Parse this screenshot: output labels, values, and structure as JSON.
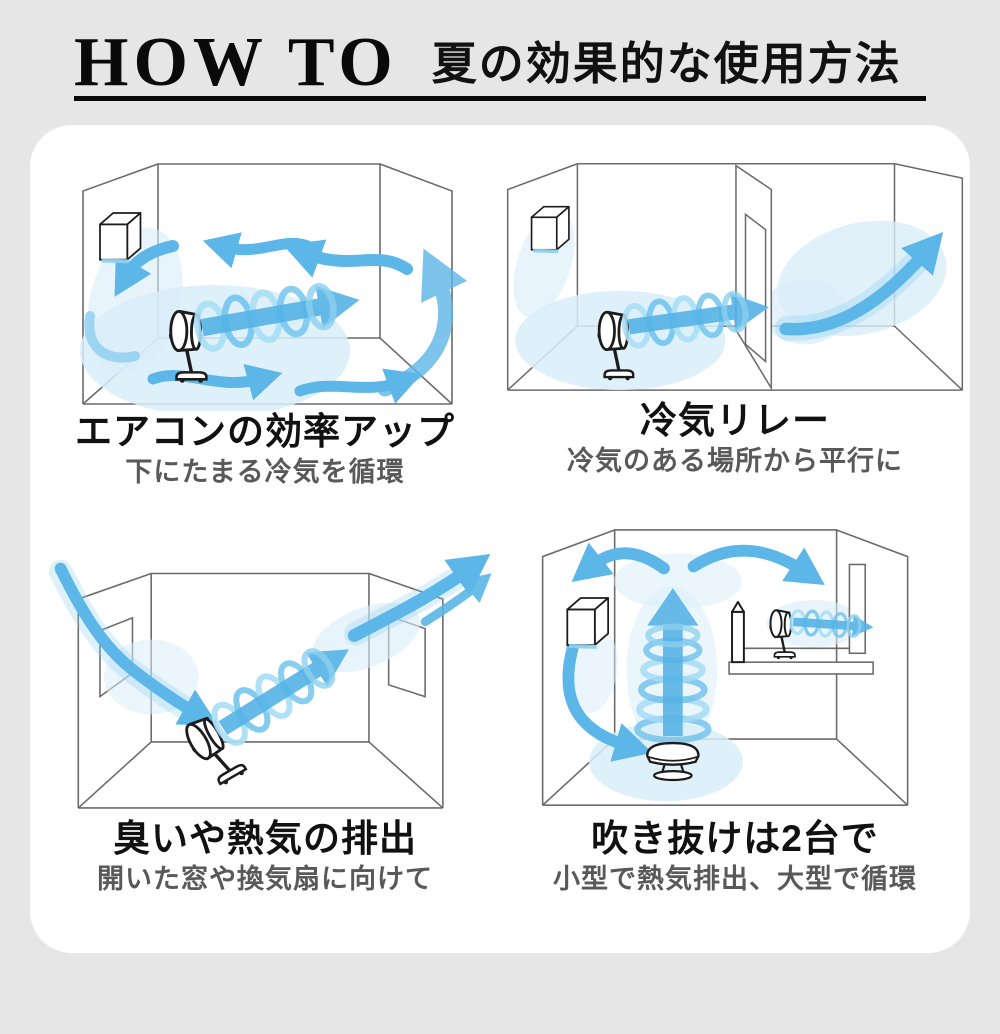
{
  "page": {
    "background_color": "#e6e6e7",
    "panel_color": "#ffffff"
  },
  "header": {
    "brand": "HOW TO",
    "title": "夏の効果的な使用方法",
    "underline_color": "#0a0a0a"
  },
  "figures": [
    {
      "title": "エアコンの効率アップ",
      "subtitle": "下にたまる冷気を循環"
    },
    {
      "title": "冷気リレー",
      "subtitle": "冷気のある場所から平行に"
    },
    {
      "title": "臭いや熱気の排出",
      "subtitle": "開いた窓や換気扇に向けて"
    },
    {
      "title": "吹き抜けは2台で",
      "subtitle": "小型で熱気排出、大型で循環"
    }
  ],
  "colors": {
    "arrow_blue": "#5cb6e7",
    "coil_blue_light": "#a9def5",
    "soft_blue": "#d8edf9",
    "line_gray": "#6b6b6b",
    "title_text": "#111111",
    "subtitle_text": "#595959"
  }
}
